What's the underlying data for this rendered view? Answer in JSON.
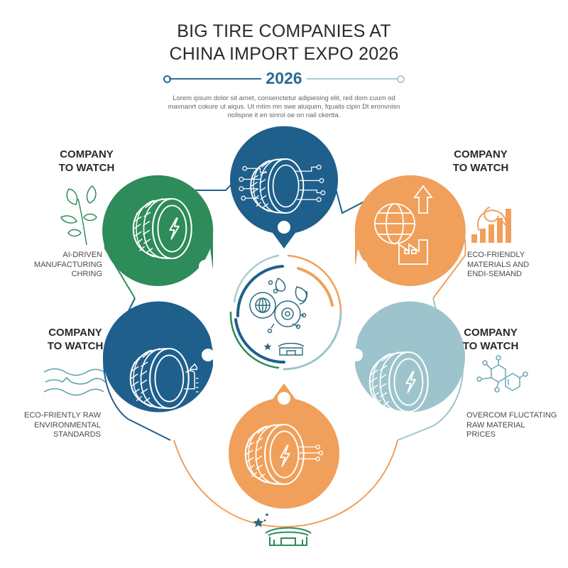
{
  "header": {
    "title_line1": "BIG TIRE COMPANIES AT",
    "title_line2": "CHINA IMPORT EXPO 2026",
    "year": "2026",
    "intro_text": "Lorem ipsum dolor sit amet, consenctetur adipiesing elit, red dom cuum od mavnanrt cokure ut aiqus. Ut mtim mn swe aluquim, fqualis cipin Dt eronvnisn nolispne it en sinrol oe on nail ckertta."
  },
  "colors": {
    "green": "#2e8b5a",
    "navy": "#1f5f8b",
    "orange": "#f0a05a",
    "light_blue": "#9dc4cc",
    "title": "#2a2a2a",
    "year_accent": "#2b6a93"
  },
  "segments": [
    {
      "id": "top",
      "color": "#1f5f8b",
      "icon": "circuit-tire-icon"
    },
    {
      "id": "upper-left",
      "color": "#2e8b5a",
      "icon": "electric-tire-icon",
      "heading": "COMPANY\nTO WATCH",
      "side_icon": "leaf-branch-icon",
      "description_lines": [
        "AI-DRIVEN",
        "MANUFACTURING",
        "CHRING"
      ]
    },
    {
      "id": "upper-right",
      "color": "#f0a05a",
      "icon": "globe-factory-icon",
      "heading": "COMPANY\nTO WATCH",
      "side_icon": "recycle-growth-chart-icon",
      "description_lines": [
        "ECO-FRIENDLY",
        "MATERIALS AND",
        "ENDI-SEMAND"
      ]
    },
    {
      "id": "lower-left",
      "color": "#1f5f8b",
      "icon": "pressure-tire-icon",
      "heading": "COMPANY\nTO WATCH",
      "side_icon": "wave-lines-icon",
      "description_lines": [
        "ECO-FRIENTLY RAW",
        "ENVIRONMENTAL",
        "STANDARDS"
      ]
    },
    {
      "id": "lower-right",
      "color": "#9dc4cc",
      "icon": "electric-tire-icon",
      "heading": "COMPANY\nTO WATCH",
      "side_icon": "molecule-icon",
      "description_lines": [
        "OVERCOM FLUCTATING",
        "RAW MATERIAL",
        "PRICES"
      ]
    },
    {
      "id": "bottom",
      "color": "#f0a05a",
      "icon": "speed-electric-tire-icon"
    }
  ],
  "headings": {
    "upper_left_1": "COMPANY",
    "upper_left_2": "TO WATCH",
    "upper_right_1": "COMPANY",
    "upper_right_2": "TO WATCH",
    "lower_left_1": "COMPANY",
    "lower_left_2": "TO WATCH",
    "lower_right_1": "COMPANY",
    "lower_right_2": "TO WATCH"
  },
  "descriptions": {
    "upper_left": [
      "AI-DRIVEN",
      "MANUFACTURING",
      "CHRING"
    ],
    "upper_right": [
      "ECO-FRIENDLY",
      "MATERIALS AND",
      "ENDI-SEMAND"
    ],
    "lower_left": [
      "ECO-FRIENTLY RAW",
      "ENVIRONMENTAL",
      "STANDARDS"
    ],
    "lower_right": [
      "OVERCOM FLUCTATING",
      "RAW MATERIAL",
      "PRICES"
    ]
  },
  "center": {
    "icon": "gears-leaves-globe-icon",
    "sub_icon": "expo-hall-icon"
  },
  "footer": {
    "icon": "expo-hall-stars-icon"
  }
}
